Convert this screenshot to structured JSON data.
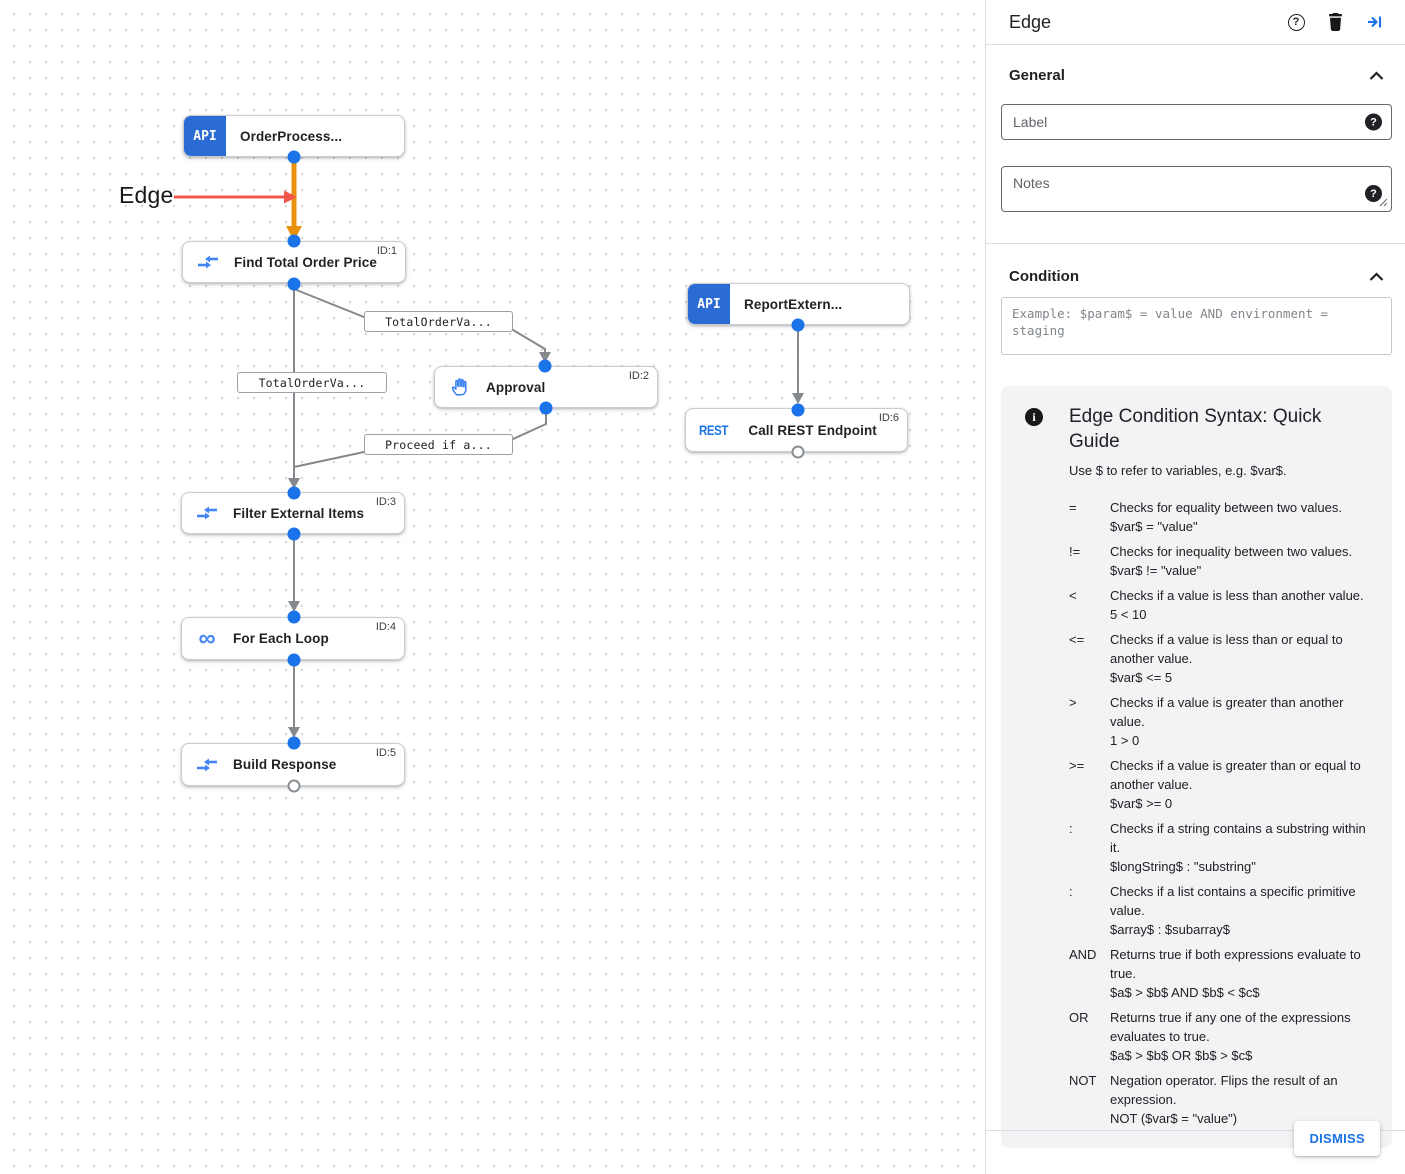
{
  "canvas": {
    "annotation": {
      "label": "Edge"
    },
    "nodes": [
      {
        "label": "OrderProcess...",
        "badge": "API",
        "id_label": ""
      },
      {
        "label": "Find Total Order Price",
        "id_label": "ID:1"
      },
      {
        "label": "Approval",
        "id_label": "ID:2"
      },
      {
        "label": "Filter External Items",
        "id_label": "ID:3"
      },
      {
        "label": "For Each Loop",
        "id_label": "ID:4",
        "icon_glyph": "∞"
      },
      {
        "label": "Build Response",
        "id_label": "ID:5"
      },
      {
        "label": "ReportExtern...",
        "badge": "API",
        "id_label": ""
      },
      {
        "label": "Call REST Endpoint",
        "badge": "REST",
        "id_label": "ID:6"
      }
    ],
    "edge_labels": [
      {
        "text": "TotalOrderVa..."
      },
      {
        "text": "TotalOrderVa..."
      },
      {
        "text": "Proceed if a..."
      }
    ],
    "colors": {
      "accent_blue": "#1a73e8",
      "edge_gray": "#85898d",
      "highlight_orange": "#e8910c",
      "annotation_red": "#f0564a"
    }
  },
  "panel": {
    "title": "Edge",
    "general": {
      "heading": "General",
      "label_placeholder": "Label",
      "notes_placeholder": "Notes",
      "help_badge": "?"
    },
    "condition": {
      "heading": "Condition",
      "placeholder": "Example: $param$ = value AND environment = staging"
    },
    "guide": {
      "title": "Edge Condition Syntax: Quick Guide",
      "subtitle": "Use $ to refer to variables, e.g. $var$.",
      "info_glyph": "i",
      "rows": [
        {
          "op": "=",
          "desc": "Checks for equality between two values.",
          "example": "$var$ = \"value\""
        },
        {
          "op": "!=",
          "desc": "Checks for inequality between two values.",
          "example": "$var$ != \"value\""
        },
        {
          "op": "<",
          "desc": "Checks if a value is less than another value.",
          "example": "5 < 10"
        },
        {
          "op": "<=",
          "desc": "Checks if a value is less than or equal to another value.",
          "example": "$var$ <= 5"
        },
        {
          "op": ">",
          "desc": "Checks if a value is greater than another value.",
          "example": "1 > 0"
        },
        {
          "op": ">=",
          "desc": "Checks if a value is greater than or equal to another value.",
          "example": "$var$ >= 0"
        },
        {
          "op": ":",
          "desc": "Checks if a string contains a substring within it.",
          "example": "$longString$ : \"substring\""
        },
        {
          "op": ":",
          "desc": "Checks if a list contains a specific primitive value.",
          "example": "$array$ : $subarray$"
        },
        {
          "op": "AND",
          "desc": "Returns true if both expressions evaluate to true.",
          "example": "$a$ > $b$ AND $b$ < $c$"
        },
        {
          "op": "OR",
          "desc": "Returns true if any one of the expressions evaluates to true.",
          "example": "$a$ > $b$ OR $b$ > $c$"
        },
        {
          "op": "NOT",
          "desc": "Negation operator. Flips the result of an expression.",
          "example": "NOT ($var$ = \"value\")"
        }
      ]
    },
    "dismiss_label": "DISMISS"
  }
}
